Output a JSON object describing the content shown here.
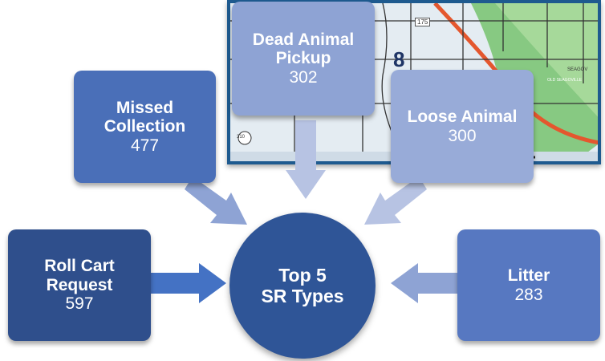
{
  "center": {
    "line1": "Top 5",
    "line2": "SR Types"
  },
  "items": [
    {
      "id": "roll-cart",
      "label_line1": "Roll Cart",
      "label_line2": "Request",
      "value": "597",
      "color": "#2f4f8c"
    },
    {
      "id": "missed-collection",
      "label_line1": "Missed",
      "label_line2": "Collection",
      "value": "477",
      "color": "#4a6fb8"
    },
    {
      "id": "dead-animal",
      "label_line1": "Dead Animal",
      "label_line2": "Pickup",
      "value": "302",
      "color": "#8ea3d4"
    },
    {
      "id": "loose-animal",
      "label_line1": "Loose Animal",
      "label_line2": "",
      "value": "300",
      "color": "#98abd8"
    },
    {
      "id": "litter",
      "label_line1": "Litter",
      "label_line2": "",
      "value": "283",
      "color": "#5778c1"
    }
  ],
  "map": {
    "district_number": "8",
    "route_label": "175",
    "town_label": "OLD SEAGOVILLE",
    "corner_label": "310",
    "edge_label": "SEAGOV"
  }
}
